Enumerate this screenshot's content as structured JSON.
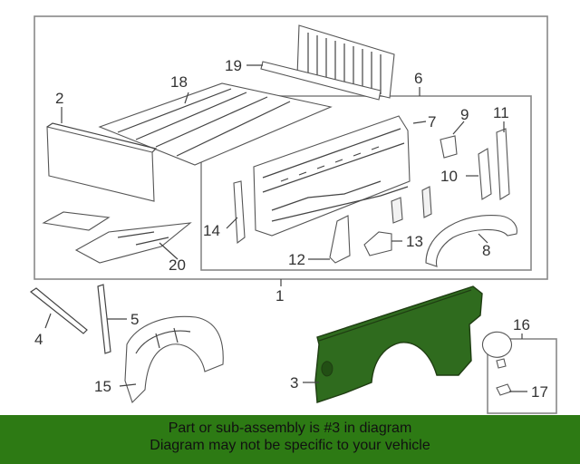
{
  "callouts": {
    "c1": "1",
    "c2": "2",
    "c3": "3",
    "c4": "4",
    "c5": "5",
    "c6": "6",
    "c7": "7",
    "c8": "8",
    "c9": "9",
    "c10": "10",
    "c11": "11",
    "c12": "12",
    "c13": "13",
    "c14": "14",
    "c15": "15",
    "c16": "16",
    "c17": "17",
    "c18": "18",
    "c19": "19",
    "c20": "20"
  },
  "banner": {
    "line1": "Part or sub-assembly is #3 in diagram",
    "line2": "Diagram may not be specific to your vehicle"
  },
  "colors": {
    "highlight": "#2f6b1e",
    "banner": "#2d7a14"
  }
}
